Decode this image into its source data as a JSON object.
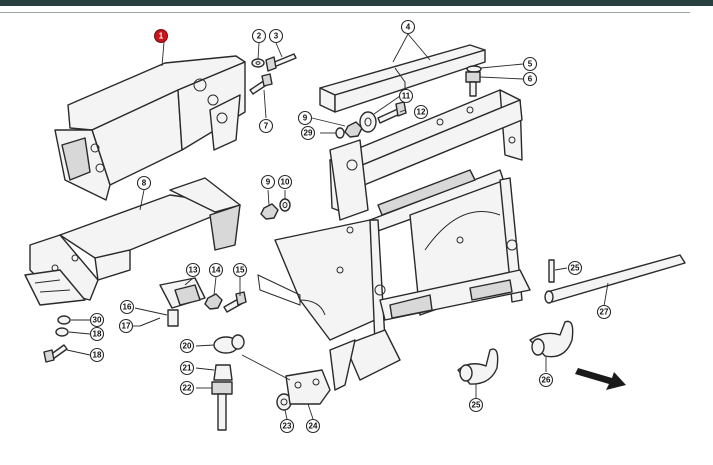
{
  "colors": {
    "top_bar": "#27403e",
    "highlight_callout": "#c8141b",
    "line": "#2a2a2a"
  },
  "callouts": [
    {
      "id": "c1",
      "label": "1",
      "highlighted": true
    },
    {
      "id": "c2",
      "label": "2"
    },
    {
      "id": "c3",
      "label": "3"
    },
    {
      "id": "c4",
      "label": "4"
    },
    {
      "id": "c5",
      "label": "5"
    },
    {
      "id": "c6",
      "label": "6"
    },
    {
      "id": "c7",
      "label": "7"
    },
    {
      "id": "c8",
      "label": "8"
    },
    {
      "id": "c9a",
      "label": "9"
    },
    {
      "id": "c9b",
      "label": "9"
    },
    {
      "id": "c10",
      "label": "10"
    },
    {
      "id": "c11",
      "label": "11"
    },
    {
      "id": "c12",
      "label": "12"
    },
    {
      "id": "c13",
      "label": "13"
    },
    {
      "id": "c14",
      "label": "14"
    },
    {
      "id": "c15",
      "label": "15"
    },
    {
      "id": "c16",
      "label": "16"
    },
    {
      "id": "c17",
      "label": "17"
    },
    {
      "id": "c18a",
      "label": "18"
    },
    {
      "id": "c18b",
      "label": "18"
    },
    {
      "id": "c20",
      "label": "20"
    },
    {
      "id": "c21",
      "label": "21"
    },
    {
      "id": "c22",
      "label": "22"
    },
    {
      "id": "c23",
      "label": "23"
    },
    {
      "id": "c24",
      "label": "24"
    },
    {
      "id": "c25a",
      "label": "25"
    },
    {
      "id": "c25b",
      "label": "25"
    },
    {
      "id": "c26",
      "label": "26"
    },
    {
      "id": "c27",
      "label": "27"
    },
    {
      "id": "c29",
      "label": "29"
    },
    {
      "id": "c30",
      "label": "30"
    }
  ]
}
